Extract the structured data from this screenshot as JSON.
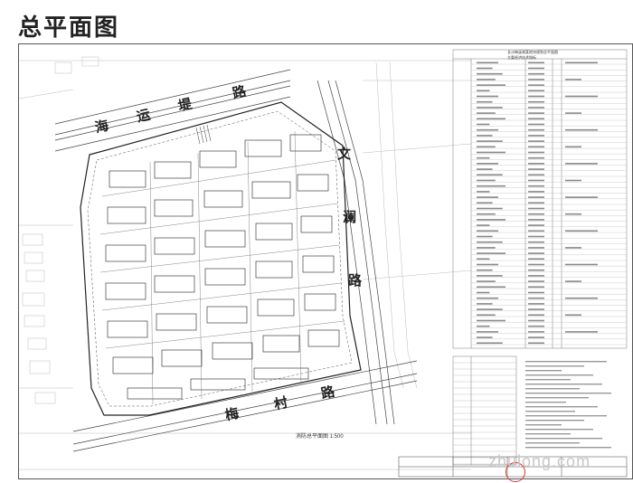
{
  "page": {
    "title": "总平面图"
  },
  "plan": {
    "roads": {
      "north": [
        "海",
        "运",
        "堤",
        "路"
      ],
      "east": [
        "文",
        "澜",
        "路"
      ],
      "south": [
        "梅",
        "村",
        "路"
      ]
    },
    "scale_label": "消防总平面图 1:500"
  },
  "table": {
    "header_line1": "长沙梅溪湖某地块规划总平面图",
    "header_line2": "主要经济技术指标"
  },
  "watermark": {
    "text": "zhulong.com"
  },
  "colors": {
    "line": "#333333",
    "light_line": "#888888",
    "stamp": "#dd3333"
  }
}
